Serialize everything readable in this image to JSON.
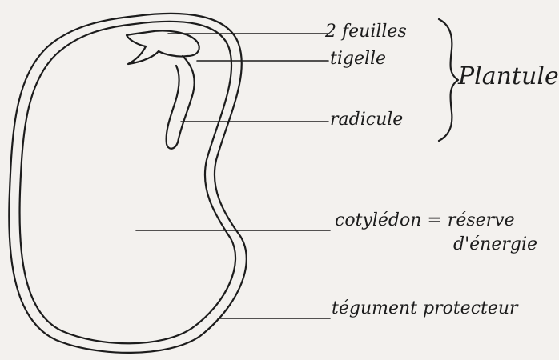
{
  "labels": {
    "feuilles": "2 feuilles",
    "tigelle": "tigelle",
    "radicule": "radicule",
    "plantule": "Plantule",
    "cotyledon": "cotylédon = réserve",
    "cotyledon_line2": "d'énergie",
    "tegument": "tégument protecteur"
  },
  "style": {
    "paper": "#f3f1ee",
    "ink": "#1c1c1c"
  }
}
